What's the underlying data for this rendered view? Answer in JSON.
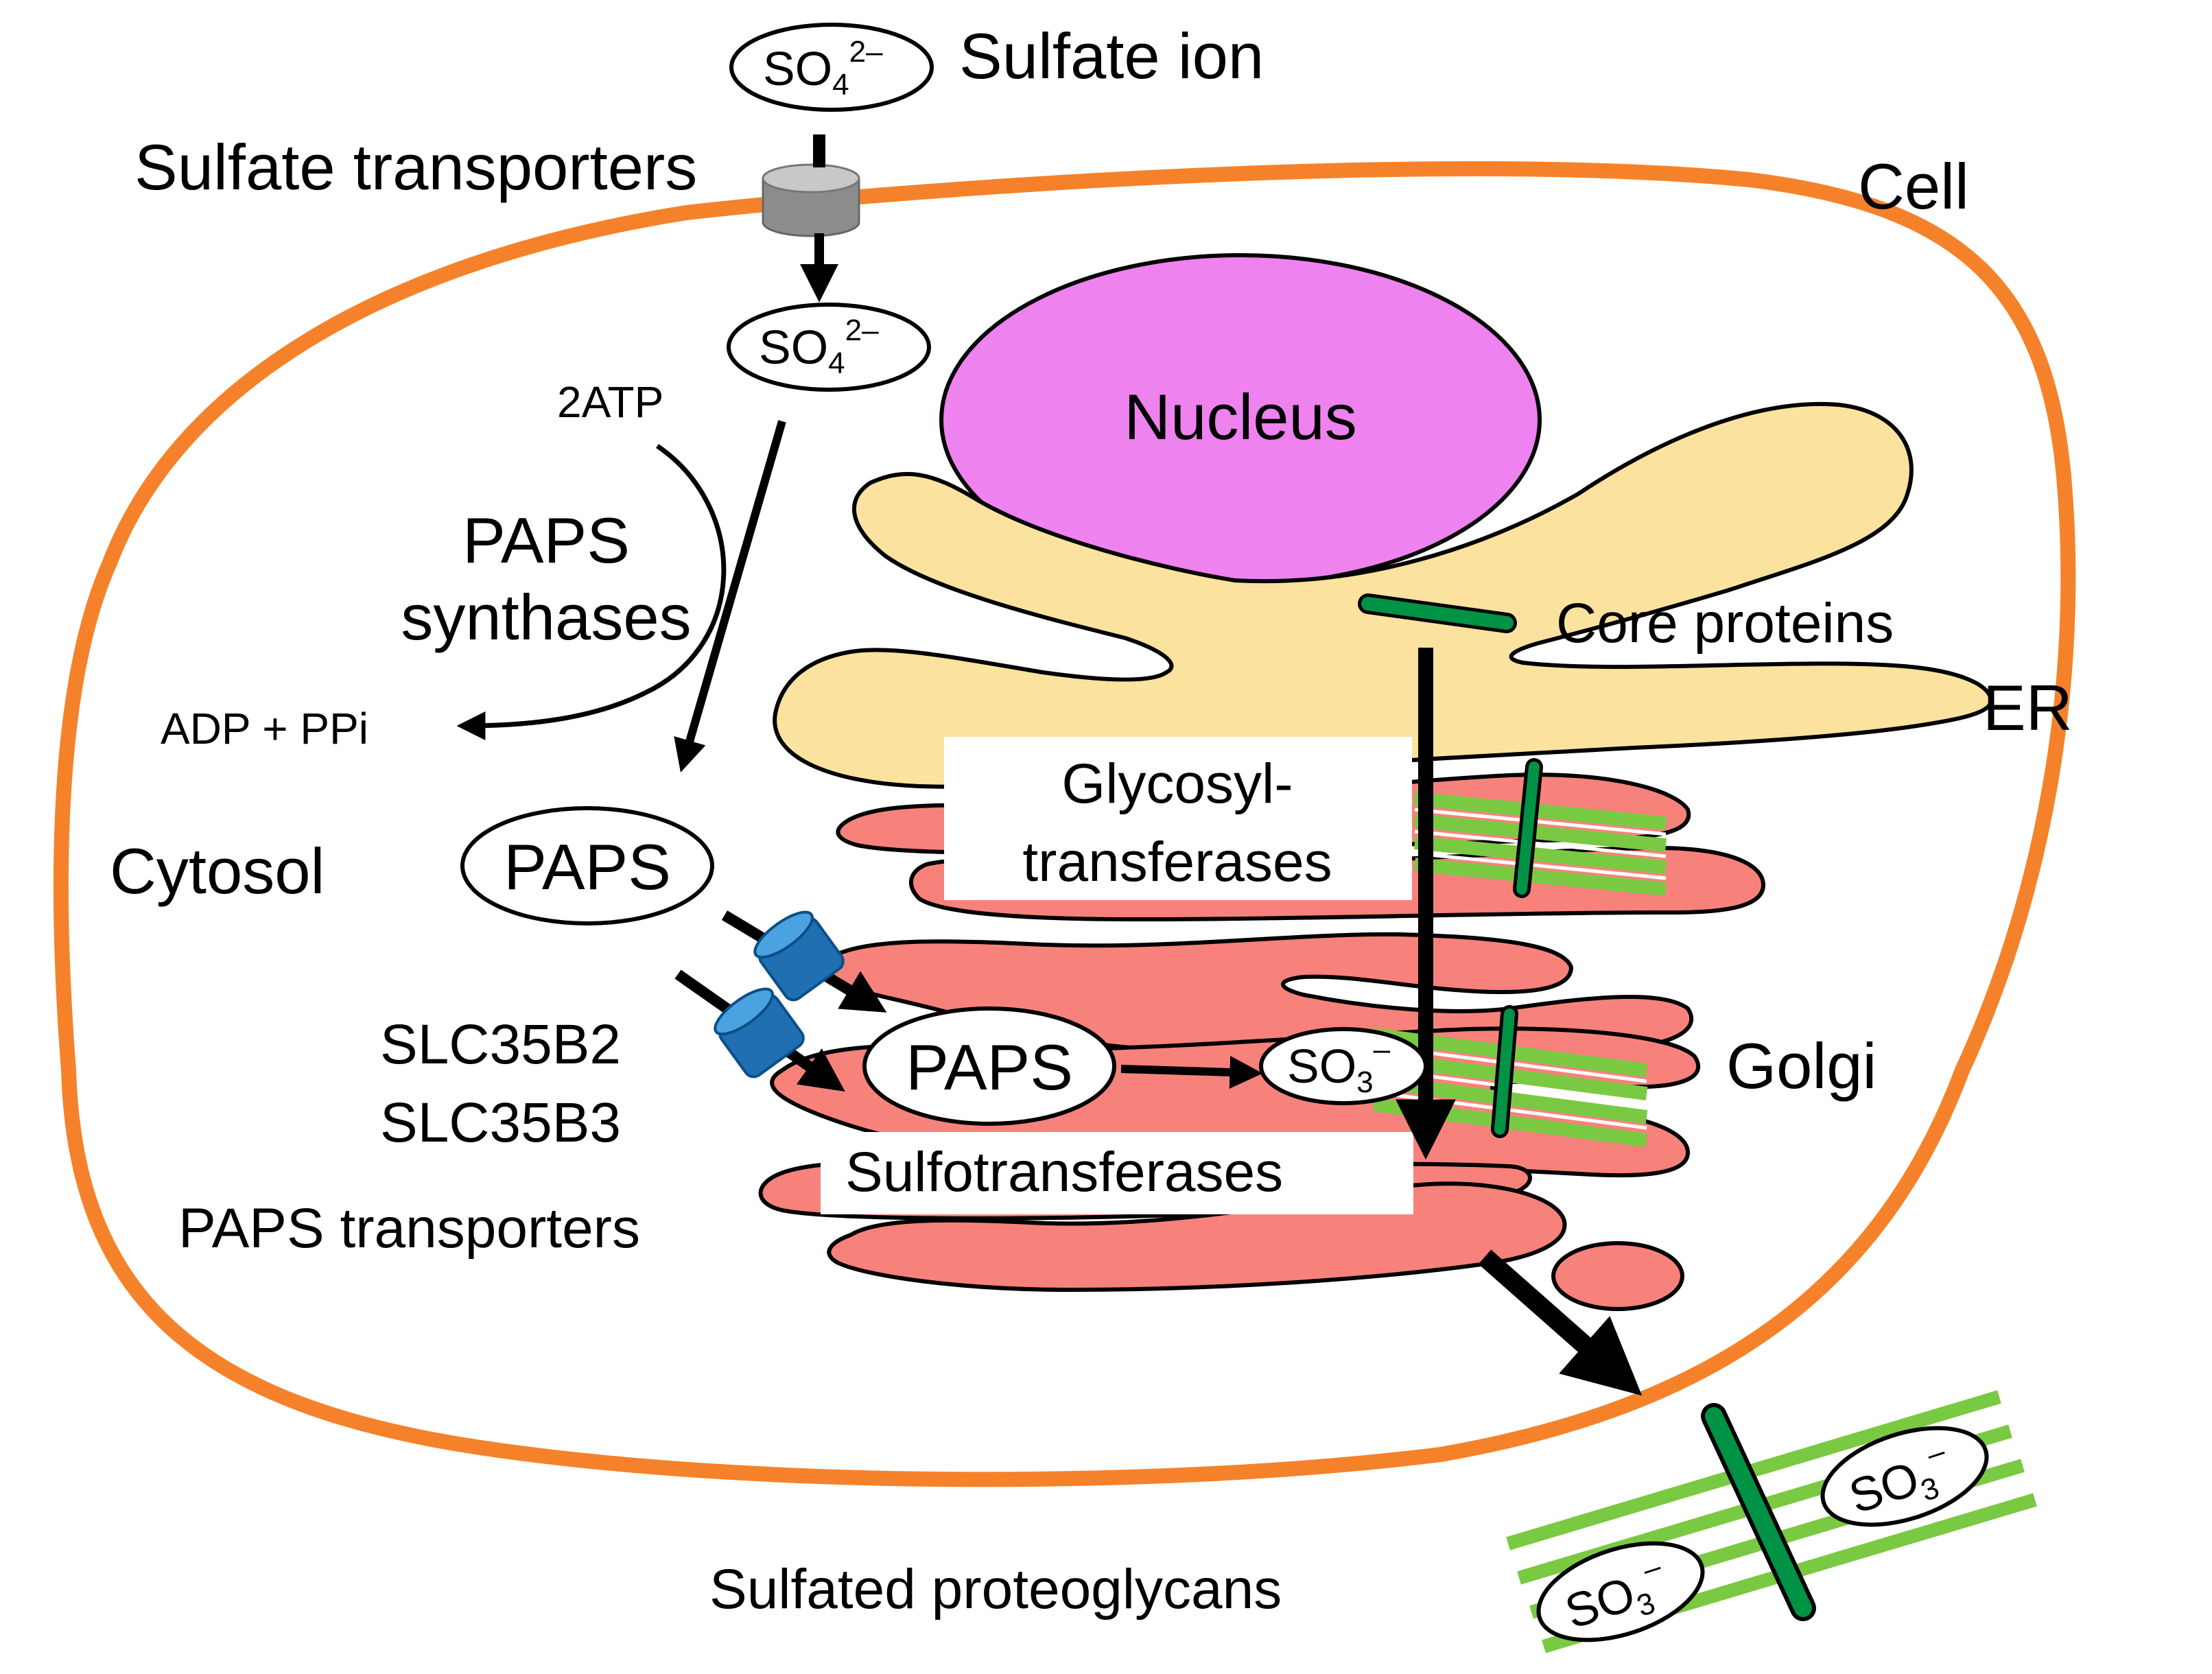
{
  "labels": {
    "sulfate_ion": "Sulfate ion",
    "sulfate_transporters": "Sulfate transporters",
    "cell": "Cell",
    "nucleus": "Nucleus",
    "two_atp": "2ATP",
    "paps_synthases_1": "PAPS",
    "paps_synthases_2": "synthases",
    "adp_ppi": "ADP + PPi",
    "core_proteins": "Core proteins",
    "er": "ER",
    "glycosyl_1": "Glycosyl-",
    "glycosyl_2": "transferases",
    "cytosol": "Cytosol",
    "paps": "PAPS",
    "slc35b2": "SLC35B2",
    "slc35b3": "SLC35B3",
    "golgi": "Golgi",
    "sulfotransferases": "Sulfotransferases",
    "paps_transporters": "PAPS transporters",
    "sulfated_proteoglycans": "Sulfated proteoglycans"
  },
  "ions": {
    "so4_base": "SO",
    "so4_sub": "4",
    "so4_sup": "2–",
    "so3_base": "SO",
    "so3_sub": "3",
    "so3_sup": "–"
  },
  "colors": {
    "membrane": "#f5822a",
    "nucleus": "#ee82ee",
    "er": "#fbe29e",
    "golgi": "#f7827b",
    "glycan": "#7ac943",
    "core_protein": "#009245",
    "paps_transporter": "#2d8fcf",
    "sulfate_transporter": "#a6a6a6"
  }
}
